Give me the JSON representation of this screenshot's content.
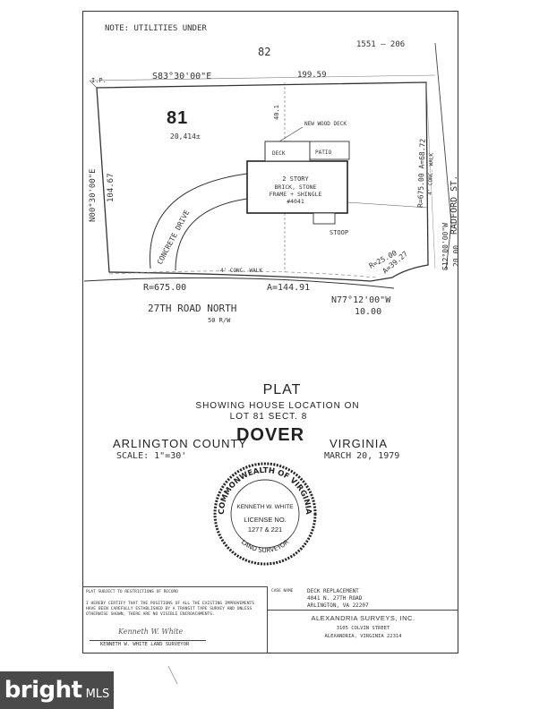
{
  "sheet": {
    "note": "NOTE: UTILITIES UNDER",
    "file_number": "1551 – 206",
    "parcel_faint": "82"
  },
  "lot": {
    "number": "81",
    "area": "20,414±"
  },
  "bearings": {
    "north": "S83°30'00\"E",
    "north_distance": "199.59",
    "west": "N00°30'00\"E",
    "west_distance": "104.67",
    "east_curve": "R=675.00  A=68.72",
    "chord": "N77°12'00\"W",
    "chord_distance": "10.00",
    "corner_curve_r": "R=25.00",
    "corner_curve_a": "A=39.27",
    "radford_bearing": "S12°00'00\"W",
    "radford_distance": "20.00",
    "south_curve_r": "R=675.00",
    "south_curve_a": "A=144.91"
  },
  "house": {
    "line1": "2 STORY",
    "line2": "BRICK, STONE",
    "line3": "FRAME + SHINGLE",
    "number": "#4041",
    "patio": "PATIO",
    "deck": "DECK",
    "stoop": "STOOP",
    "new_deck_note": "NEW WOOD DECK",
    "setback": "40.1"
  },
  "streets": {
    "south": "27TH ROAD NORTH",
    "south_row": "50 R/W",
    "east": "RADFORD ST.",
    "drive": "CONCRETE DRIVE",
    "walk": "4' CONC. WALK"
  },
  "title": {
    "heading": "PLAT",
    "line1": "SHOWING HOUSE LOCATION ON",
    "line2": "LOT 81   SECT. 8",
    "subdivision": "DOVER",
    "county": "ARLINGTON COUNTY",
    "state": "VIRGINIA",
    "scale": "SCALE: 1\"=30'",
    "date": "MARCH 20, 1979"
  },
  "seal": {
    "ring_top": "COMMONWEALTH OF VIRGINIA",
    "name": "KENNETH W. WHITE",
    "license_label": "LICENSE NO.",
    "license_no": "1277 & 221",
    "ring_bottom": "LAND SURVEYOR"
  },
  "footer": {
    "restrictions": "PLAT SUBJECT TO RESTRICTIONS OF RECORD",
    "certification": "I HEREBY CERTIFY THAT THE POSITIONS OF ALL THE EXISTING IMPROVEMENTS HAVE BEEN CAREFULLY ESTABLISHED BY A TRANSIT TAPE SURVEY AND UNLESS OTHERWISE SHOWN, THERE ARE NO VISIBLE ENCROACHMENTS.",
    "signature": "Kenneth W. White",
    "signer": "KENNETH W. WHITE   LAND SURVEYOR",
    "case_label": "CASE NAME",
    "case_line1": "DECK REPLACEMENT",
    "case_line2": "4041 N. 27TH ROAD",
    "case_line3": "ARLINGTON, VA  22207",
    "firm": "ALEXANDRIA SURVEYS, INC.",
    "firm_addr1": "3105 COLVIN STREET",
    "firm_addr2": "ALEXANDRIA, VIRGINIA 22314"
  },
  "watermark": {
    "brand": "bright",
    "suffix": "MLS"
  }
}
